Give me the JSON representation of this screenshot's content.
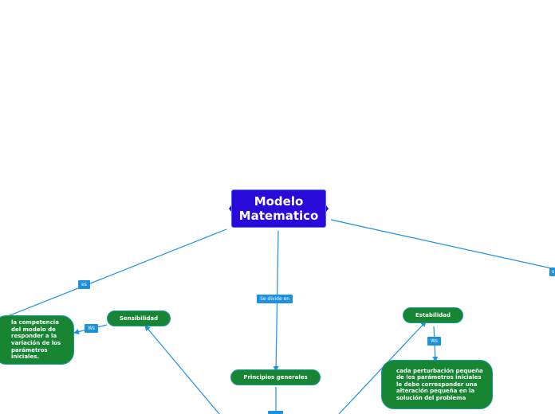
{
  "colors": {
    "central_fill": "#2a0ad8",
    "node_fill": "#178532",
    "node_border": "#1a9aa0",
    "link_color": "#1e90e0",
    "label_fill": "#1e90e0"
  },
  "central": {
    "title": "Modelo\nMatematico"
  },
  "nodes": {
    "sensibilidad": "Sensibilidad",
    "estabilidad": "Estabilidad",
    "principios": "Principios generales"
  },
  "descriptions": {
    "sensibilidad_text": "la competencia del modelo de responder a la variación de los parámetros iniciales.",
    "estabilidad_text": "cada perturbación pequeña de los parámetros iniciales le debe corresponder una alteración pequeña en la solución del problema"
  },
  "labels": {
    "es": "es",
    "se_divide_en": "Se divide en",
    "ws_sensibilidad": "Ws",
    "ws_estabilidad": "Ws",
    "right_edge": "s"
  }
}
